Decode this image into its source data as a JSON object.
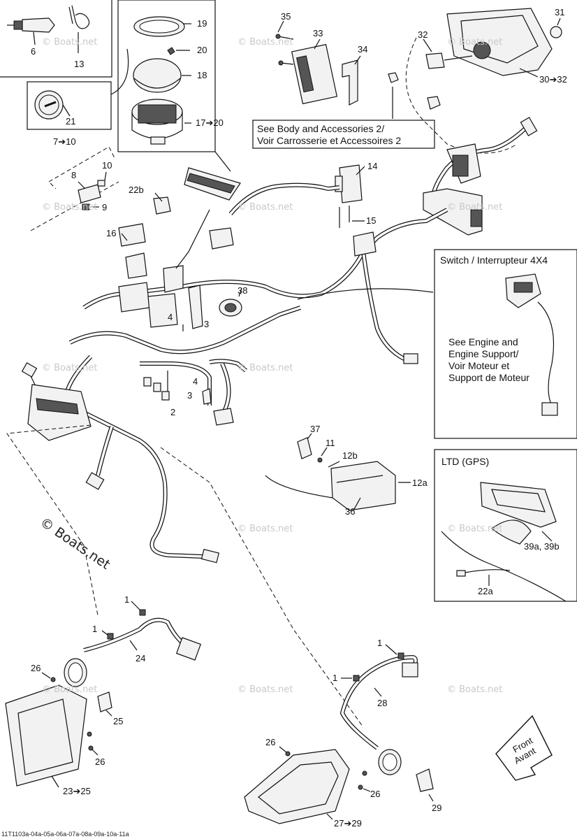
{
  "watermark": {
    "small": "© Boats.net",
    "large": "© Boats.net"
  },
  "footer_ref": "11T1103a-04a-05a-06a-07a-08a-09a-10a-11a",
  "boxes": {
    "body_accessories": [
      "See Body and Accessories 2/",
      "Voir Carrosserie et Accessoires 2"
    ],
    "switch_4x4": {
      "title": "Switch / Interrupteur 4X4",
      "note": [
        "See Engine and",
        "Engine Support/",
        "Voir Moteur et",
        "Support de Moteur"
      ]
    },
    "ltd_gps": {
      "title": "LTD (GPS)"
    }
  },
  "front_arrow": [
    "Front",
    "Avant"
  ],
  "callouts": {
    "c6": "6",
    "c13": "13",
    "c21": "21",
    "c19": "19",
    "c20": "20",
    "c18": "18",
    "c17_20": "17➔20",
    "c35": "35",
    "c33": "33",
    "c34": "34",
    "c32": "32",
    "c31": "31",
    "c30_32": "30➔32",
    "c7_10": "7➔10",
    "c10": "10",
    "c8": "8",
    "c9": "9",
    "c22b": "22b",
    "c16": "16",
    "c14": "14",
    "c15": "15",
    "c38": "38",
    "c4a": "4",
    "c3a": "3",
    "c4b": "4",
    "c3b": "3",
    "c2": "2",
    "c37": "37",
    "c11": "11",
    "c12b": "12b",
    "c12a": "12a",
    "c36": "36",
    "c39": "39a, 39b",
    "c22a": "22a",
    "c1a": "1",
    "c1b": "1",
    "c24": "24",
    "c26a": "26",
    "c25": "25",
    "c26b": "26",
    "c23_25": "23➔25",
    "c1c": "1",
    "c1d": "1",
    "c28": "28",
    "c26c": "26",
    "c26d": "26",
    "c29": "29",
    "c27_29": "27➔29"
  }
}
